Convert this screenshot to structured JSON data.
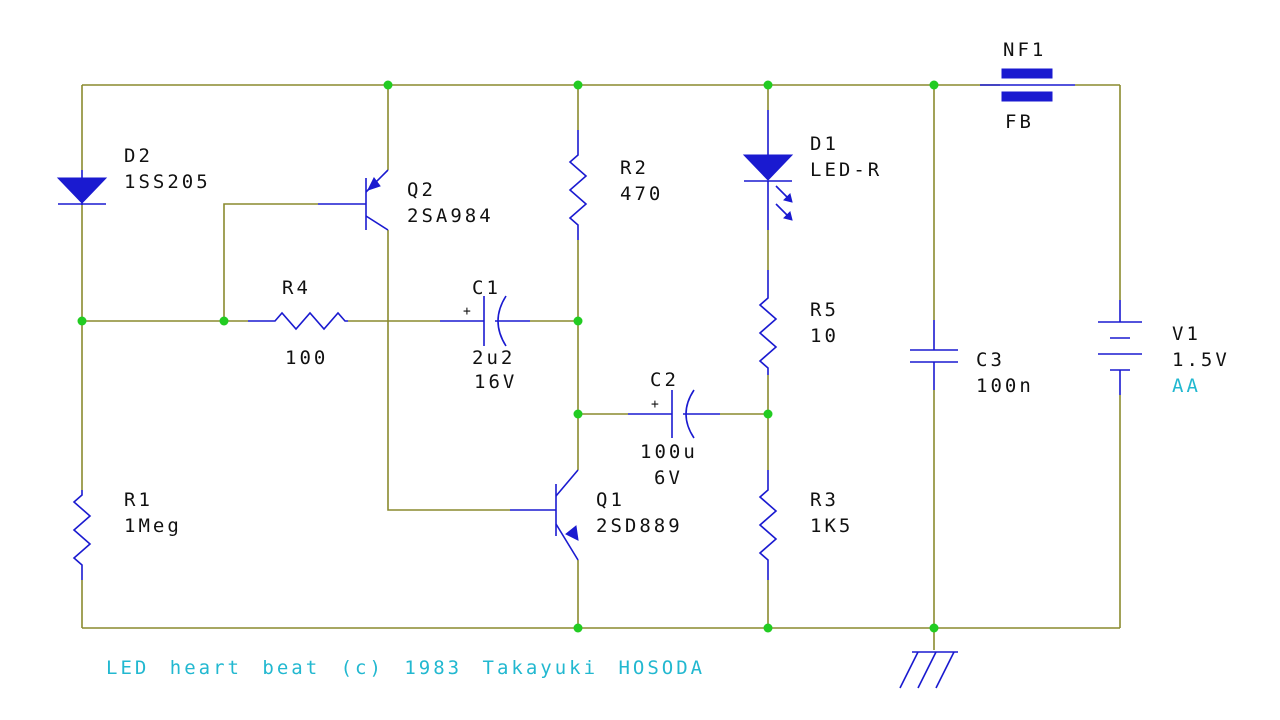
{
  "components": {
    "D2": {
      "ref": "D2",
      "value": "1SS205"
    },
    "Q2": {
      "ref": "Q2",
      "value": "2SA984"
    },
    "R2": {
      "ref": "R2",
      "value": "470"
    },
    "D1": {
      "ref": "D1",
      "value": "LED-R"
    },
    "NF1": {
      "ref": "NF1",
      "value": "FB"
    },
    "R4": {
      "ref": "R4",
      "value": "100"
    },
    "C1": {
      "ref": "C1",
      "value": "2u2",
      "rating": "16V",
      "polarity": "+"
    },
    "R5": {
      "ref": "R5",
      "value": "10"
    },
    "C3": {
      "ref": "C3",
      "value": "100n"
    },
    "V1": {
      "ref": "V1",
      "value": "1.5V",
      "type": "AA"
    },
    "C2": {
      "ref": "C2",
      "value": "100u",
      "rating": "6V",
      "polarity": "+"
    },
    "R1": {
      "ref": "R1",
      "value": "1Meg"
    },
    "Q1": {
      "ref": "Q1",
      "value": "2SD889"
    },
    "R3": {
      "ref": "R3",
      "value": "1K5"
    }
  },
  "caption": "LED heart beat (c) 1983 Takayuki HOSODA",
  "colors": {
    "wire": "#8a8a2e",
    "component": "#1a1ad0",
    "node": "#22cc22",
    "accent": "#22b8d0",
    "text": "#111111"
  }
}
